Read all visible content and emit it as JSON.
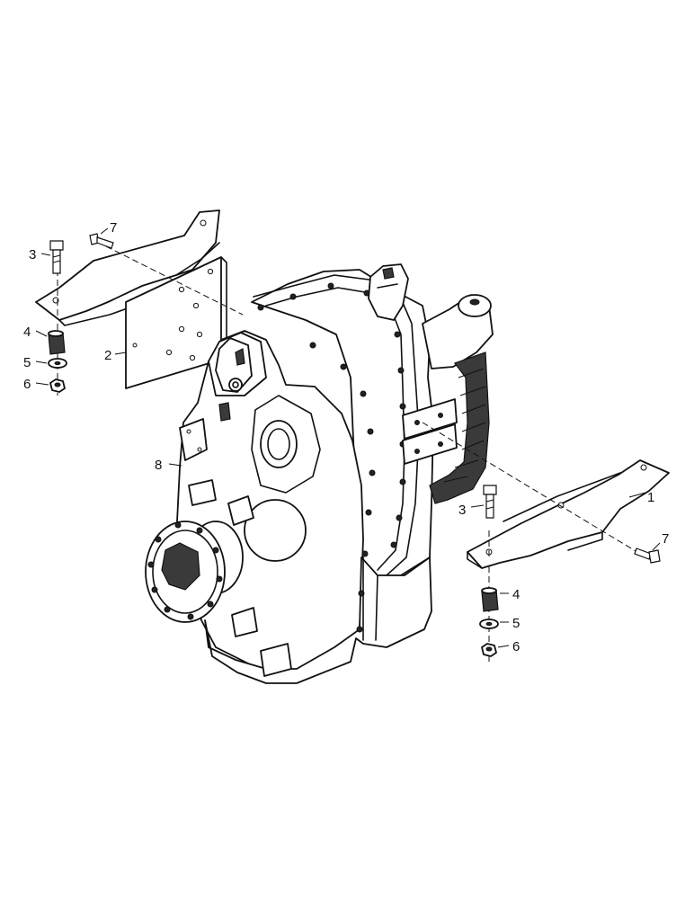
{
  "figure": {
    "callouts": {
      "c1": "1",
      "c2": "2",
      "c3_left": "3",
      "c3_right": "3",
      "c4_left": "4",
      "c4_right": "4",
      "c5_left": "5",
      "c5_right": "5",
      "c6_left": "6",
      "c6_right": "6",
      "c7_left": "7",
      "c7_right": "7",
      "c8": "8"
    }
  }
}
